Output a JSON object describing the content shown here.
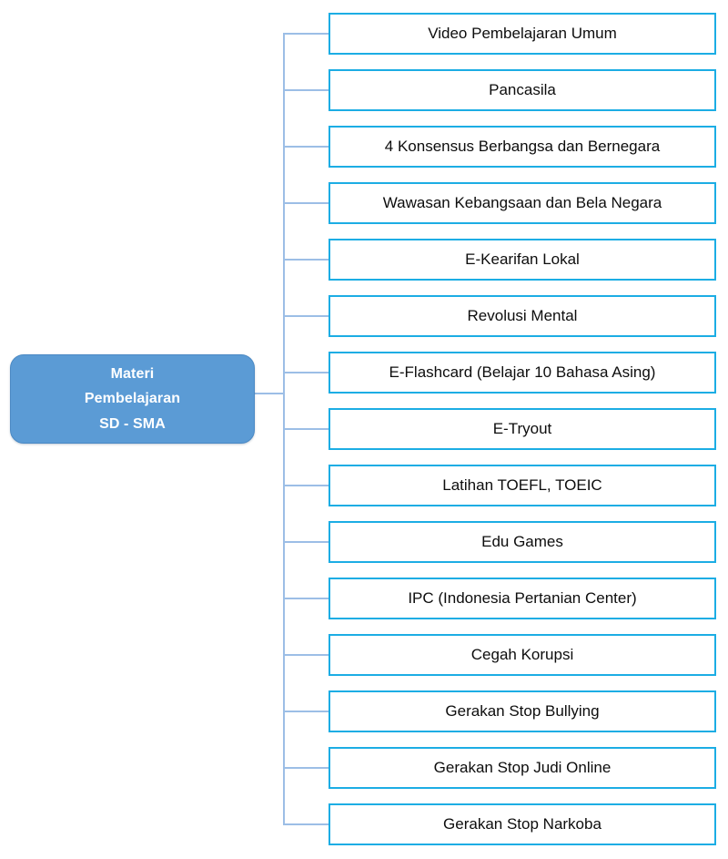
{
  "diagram": {
    "type": "tree-hierarchy",
    "orientation": "left-to-right",
    "root": {
      "label": "Materi\nPembelajaran\nSD - SMA",
      "lines": [
        "Materi",
        "Pembelajaran",
        "SD - SMA"
      ],
      "fill_color": "#5B9BD5",
      "border_color": "#4A89C4",
      "text_color": "#FFFFFF"
    },
    "branch_style": {
      "connector_color": "#9CBEE6",
      "box_border_color": "#1CADE4",
      "box_fill_color": "#FFFFFF",
      "box_text_color": "#0D0D0D"
    },
    "children": [
      {
        "label": "Video Pembelajaran Umum"
      },
      {
        "label": "Pancasila"
      },
      {
        "label": "4 Konsensus Berbangsa dan Bernegara"
      },
      {
        "label": "Wawasan Kebangsaan dan Bela Negara"
      },
      {
        "label": "E-Kearifan Lokal"
      },
      {
        "label": "Revolusi Mental"
      },
      {
        "label": "E-Flashcard (Belajar 10 Bahasa Asing)"
      },
      {
        "label": "E-Tryout"
      },
      {
        "label": "Latihan TOEFL, TOEIC"
      },
      {
        "label": "Edu Games"
      },
      {
        "label": "IPC (Indonesia Pertanian Center)"
      },
      {
        "label": "Cegah Korupsi"
      },
      {
        "label": "Gerakan Stop Bullying"
      },
      {
        "label": "Gerakan Stop Judi Online"
      },
      {
        "label": "Gerakan Stop Narkoba"
      }
    ]
  }
}
